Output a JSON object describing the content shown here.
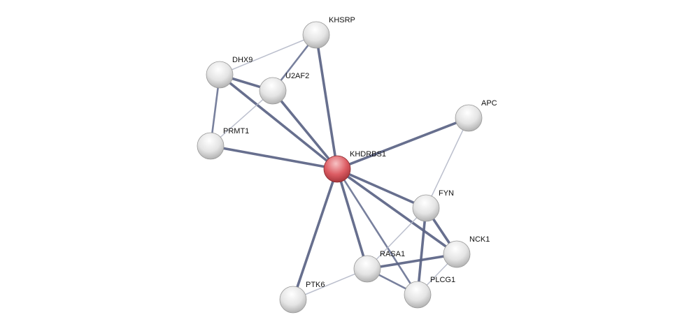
{
  "network": {
    "nodes": [
      {
        "id": "KHSRP",
        "label": "KHSRP",
        "query": false
      },
      {
        "id": "DHX9",
        "label": "DHX9",
        "query": false
      },
      {
        "id": "U2AF2",
        "label": "U2AF2",
        "query": false
      },
      {
        "id": "PRMT1",
        "label": "PRMT1",
        "query": false
      },
      {
        "id": "KHDRBS1",
        "label": "KHDRBS1",
        "query": true
      },
      {
        "id": "APC",
        "label": "APC",
        "query": false
      },
      {
        "id": "FYN",
        "label": "FYN",
        "query": false
      },
      {
        "id": "NCK1",
        "label": "NCK1",
        "query": false
      },
      {
        "id": "RASA1",
        "label": "RASA1",
        "query": false
      },
      {
        "id": "PLCG1",
        "label": "PLCG1",
        "query": false
      },
      {
        "id": "PTK6",
        "label": "PTK6",
        "query": false
      }
    ],
    "edges": [
      {
        "source": "DHX9",
        "target": "KHSRP",
        "confidence": "low"
      },
      {
        "source": "U2AF2",
        "target": "KHSRP",
        "confidence": "medium"
      },
      {
        "source": "KHSRP",
        "target": "KHDRBS1",
        "confidence": "high"
      },
      {
        "source": "DHX9",
        "target": "U2AF2",
        "confidence": "high"
      },
      {
        "source": "DHX9",
        "target": "PRMT1",
        "confidence": "medium"
      },
      {
        "source": "DHX9",
        "target": "KHDRBS1",
        "confidence": "high"
      },
      {
        "source": "U2AF2",
        "target": "PRMT1",
        "confidence": "low"
      },
      {
        "source": "U2AF2",
        "target": "KHDRBS1",
        "confidence": "high"
      },
      {
        "source": "PRMT1",
        "target": "KHDRBS1",
        "confidence": "high"
      },
      {
        "source": "APC",
        "target": "KHDRBS1",
        "confidence": "high"
      },
      {
        "source": "APC",
        "target": "FYN",
        "confidence": "low"
      },
      {
        "source": "KHDRBS1",
        "target": "FYN",
        "confidence": "high"
      },
      {
        "source": "KHDRBS1",
        "target": "NCK1",
        "confidence": "high"
      },
      {
        "source": "KHDRBS1",
        "target": "RASA1",
        "confidence": "high"
      },
      {
        "source": "KHDRBS1",
        "target": "PLCG1",
        "confidence": "medium"
      },
      {
        "source": "KHDRBS1",
        "target": "PTK6",
        "confidence": "high"
      },
      {
        "source": "FYN",
        "target": "RASA1",
        "confidence": "low"
      },
      {
        "source": "FYN",
        "target": "NCK1",
        "confidence": "high"
      },
      {
        "source": "FYN",
        "target": "PLCG1",
        "confidence": "high"
      },
      {
        "source": "RASA1",
        "target": "NCK1",
        "confidence": "high"
      },
      {
        "source": "RASA1",
        "target": "PLCG1",
        "confidence": "medium"
      },
      {
        "source": "PTK6",
        "target": "RASA1",
        "confidence": "low"
      },
      {
        "source": "NCK1",
        "target": "PLCG1",
        "confidence": "low"
      }
    ],
    "colors": {
      "query_node": "#d9535a",
      "node": "#e6e6e6",
      "edge_high": "#5a6384",
      "edge_medium": "#6d7595",
      "edge_low": "#b4b8c8"
    }
  }
}
